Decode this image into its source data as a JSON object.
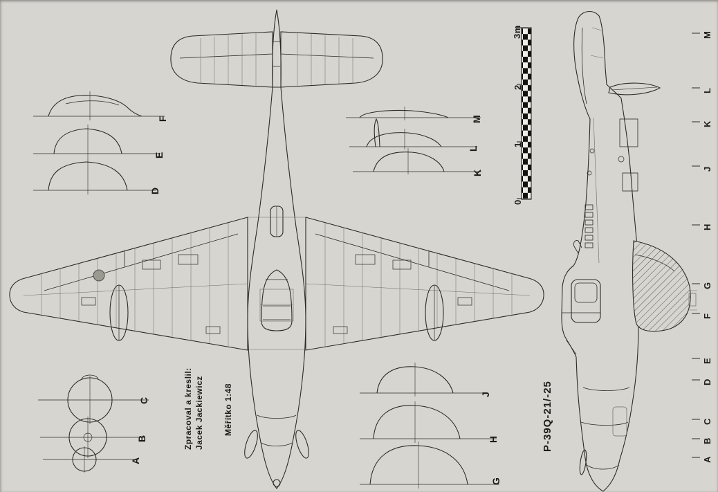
{
  "colors": {
    "paper": "#d7d5d0",
    "ink": "#2b2a24",
    "light_ink": "#6b6a60"
  },
  "title_block": {
    "credit_label": "Zpracoval a kreslil:",
    "credit_name": "Jacek Jackiewicz",
    "scale_note": "Měřítko 1:48",
    "designation": "P-39Q-21/-25"
  },
  "scale_bar": {
    "labels": [
      "0",
      "1",
      "2",
      "3m"
    ]
  },
  "cross_sections": {
    "upper_left": [
      "F",
      "E",
      "D"
    ],
    "lower_left": [
      "C",
      "B",
      "A"
    ],
    "upper_middle": [
      "M",
      "L",
      "K"
    ],
    "lower_middle": [
      "J",
      "H",
      "G"
    ]
  },
  "station_letters": [
    "M",
    "L",
    "K",
    "J",
    "H",
    "G",
    "F",
    "E",
    "D",
    "C",
    "B",
    "A"
  ]
}
